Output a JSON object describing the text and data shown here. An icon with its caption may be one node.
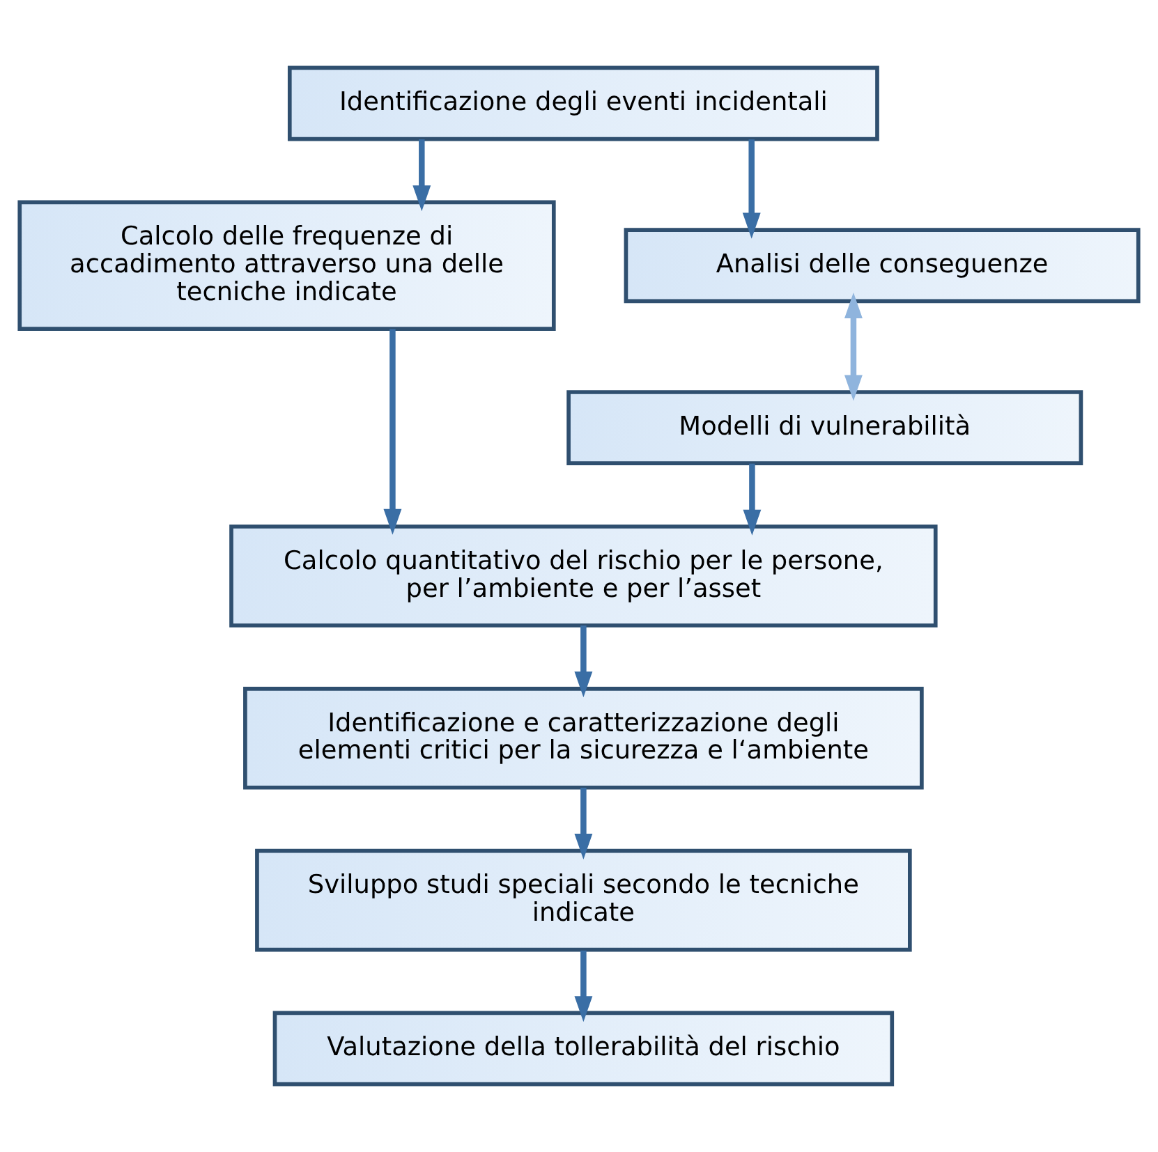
{
  "diagram": {
    "nodes": [
      {
        "text": [
          "Identificazione degli eventi incidentali"
        ]
      },
      {
        "text": [
          "Calcolo delle frequenze di accadimento attraverso una delle tecniche indicate"
        ]
      },
      {
        "text": [
          "Analisi delle conseguenze"
        ]
      },
      {
        "text": [
          "Modelli di vulnerabilità"
        ]
      },
      {
        "text": [
          "Calcolo quantitativo del rischio per le persone, per l’ambiente e per l’asset"
        ]
      },
      {
        "text": [
          "Identificazione e caratterizzazione degli elementi critici per la sicurezza e l‘ambiente"
        ]
      },
      {
        "text": [
          "Sviluppo studi speciali secondo le tecniche indicate"
        ]
      },
      {
        "text": [
          "Valutazione della tollerabilità del rischio"
        ]
      }
    ],
    "edges": [
      {
        "from": 0,
        "to": 1,
        "arrow": "to"
      },
      {
        "from": 0,
        "to": 2,
        "arrow": "to"
      },
      {
        "from": 2,
        "to": 3,
        "arrow": "both",
        "color": "#8fb4dd"
      },
      {
        "from": 1,
        "to": 4,
        "arrow": "to"
      },
      {
        "from": 3,
        "to": 4,
        "arrow": "to"
      },
      {
        "from": 4,
        "to": 5,
        "arrow": "to"
      },
      {
        "from": 5,
        "to": 6,
        "arrow": "to"
      },
      {
        "from": 6,
        "to": 7,
        "arrow": "to"
      }
    ]
  }
}
